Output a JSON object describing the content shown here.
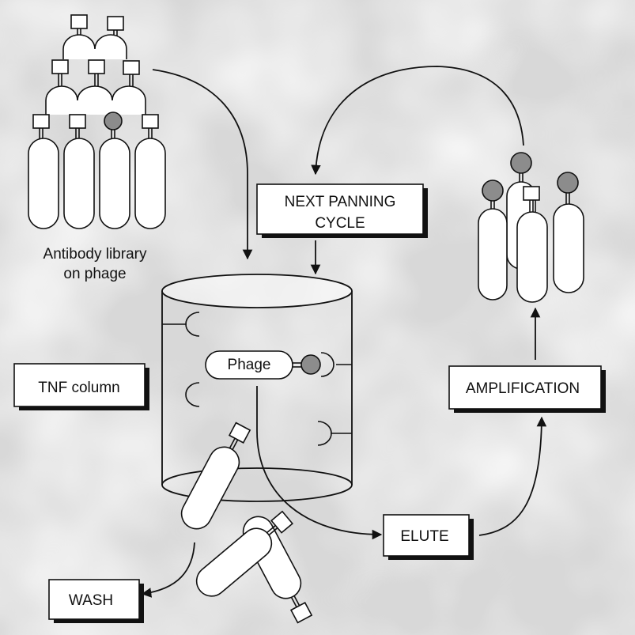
{
  "labels": {
    "library_line1": "Antibody library",
    "library_line2": "on phage",
    "next_cycle_line1": "NEXT PANNING",
    "next_cycle_line2": "CYCLE",
    "tnf_column": "TNF column",
    "phage": "Phage",
    "elute": "ELUTE",
    "amplification": "AMPLIFICATION",
    "wash": "WASH"
  },
  "colors": {
    "background": "#e6e6e6",
    "stroke": "#111111",
    "box_fill": "#ffffff",
    "bound_antigen": "#8c8c8c"
  }
}
